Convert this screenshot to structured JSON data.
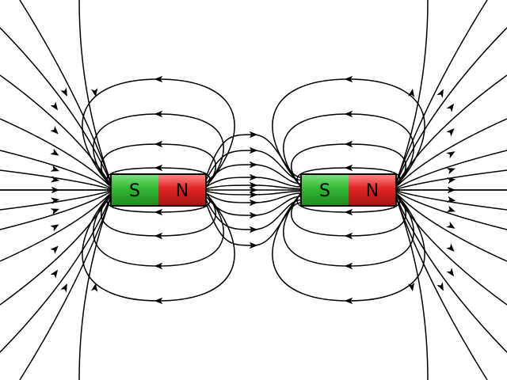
{
  "magnets": [
    {
      "south_label": "S",
      "north_label": "N"
    },
    {
      "south_label": "S",
      "north_label": "N"
    }
  ],
  "colors": {
    "south_pole": "#33b833",
    "north_pole": "#e02424",
    "field_line": "#000000",
    "background": "#ffffff"
  }
}
